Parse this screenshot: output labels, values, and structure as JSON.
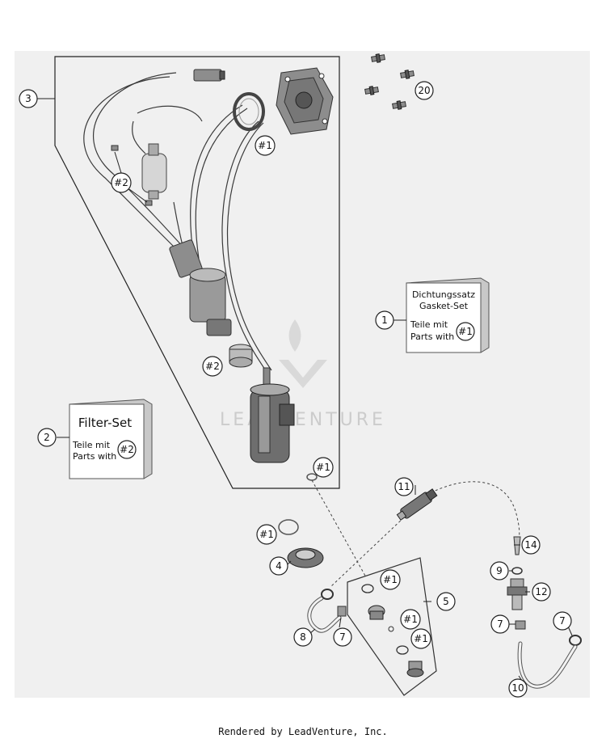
{
  "callouts": {
    "c3": "3",
    "c20": "20",
    "c1": "1",
    "c2": "2",
    "c11": "11",
    "c14": "14",
    "c9": "9",
    "c12": "12",
    "c4": "4",
    "c5": "5",
    "c8": "8",
    "c7a": "7",
    "c7b": "7",
    "c7c": "7",
    "c10": "10"
  },
  "refs": {
    "r1_flange": "#1",
    "r2_filter": "#2",
    "r2_ring": "#2",
    "r1_pump": "#1",
    "r1_oring4": "#1",
    "r1_p1": "#1",
    "r1_p2": "#1",
    "r1_p3": "#1"
  },
  "gasket_set": {
    "title_de": "Dichtungssatz",
    "title_en": "Gasket-Set",
    "parts_de": "Teile mit",
    "parts_en": "Parts with",
    "ref": "#1"
  },
  "filter_set": {
    "title": "Filter-Set",
    "parts_de": "Teile mit",
    "parts_en": "Parts with",
    "ref": "#2"
  },
  "watermark": "LEADVENTURE",
  "footer": "Rendered by LeadVenture, Inc."
}
